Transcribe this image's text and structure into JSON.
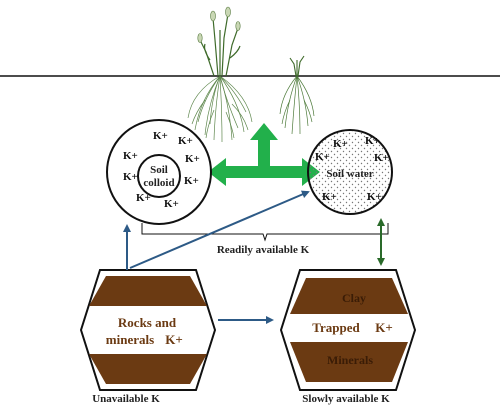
{
  "diagram": {
    "soil_colloid": {
      "label_line1": "Soil",
      "label_line2": "colloid",
      "ions": [
        "K+",
        "K+",
        "K+",
        "K+",
        "K+",
        "K+",
        "K+",
        "K+"
      ]
    },
    "soil_water": {
      "label": "Soil water",
      "ions": [
        "K+",
        "K+",
        "K+",
        "K+",
        "K+",
        "K+"
      ]
    },
    "readily_available_label": "Readily available K",
    "rocks_box": {
      "text_line1": "Rocks and",
      "text_line2": "minerals",
      "ion": "K+",
      "caption": "Unavailable K"
    },
    "clay_box": {
      "clay_label": "Clay",
      "trapped_label": "Trapped",
      "ion": "K+",
      "minerals_label": "Minerals",
      "caption": "Slowly available K"
    },
    "colors": {
      "green_arrow": "#22b04b",
      "brown_band": "#6b3a12",
      "blue_arrow": "#2d5a86",
      "dark_green_arrow": "#2a6a2a",
      "soil_water_dots": "#777777"
    }
  }
}
